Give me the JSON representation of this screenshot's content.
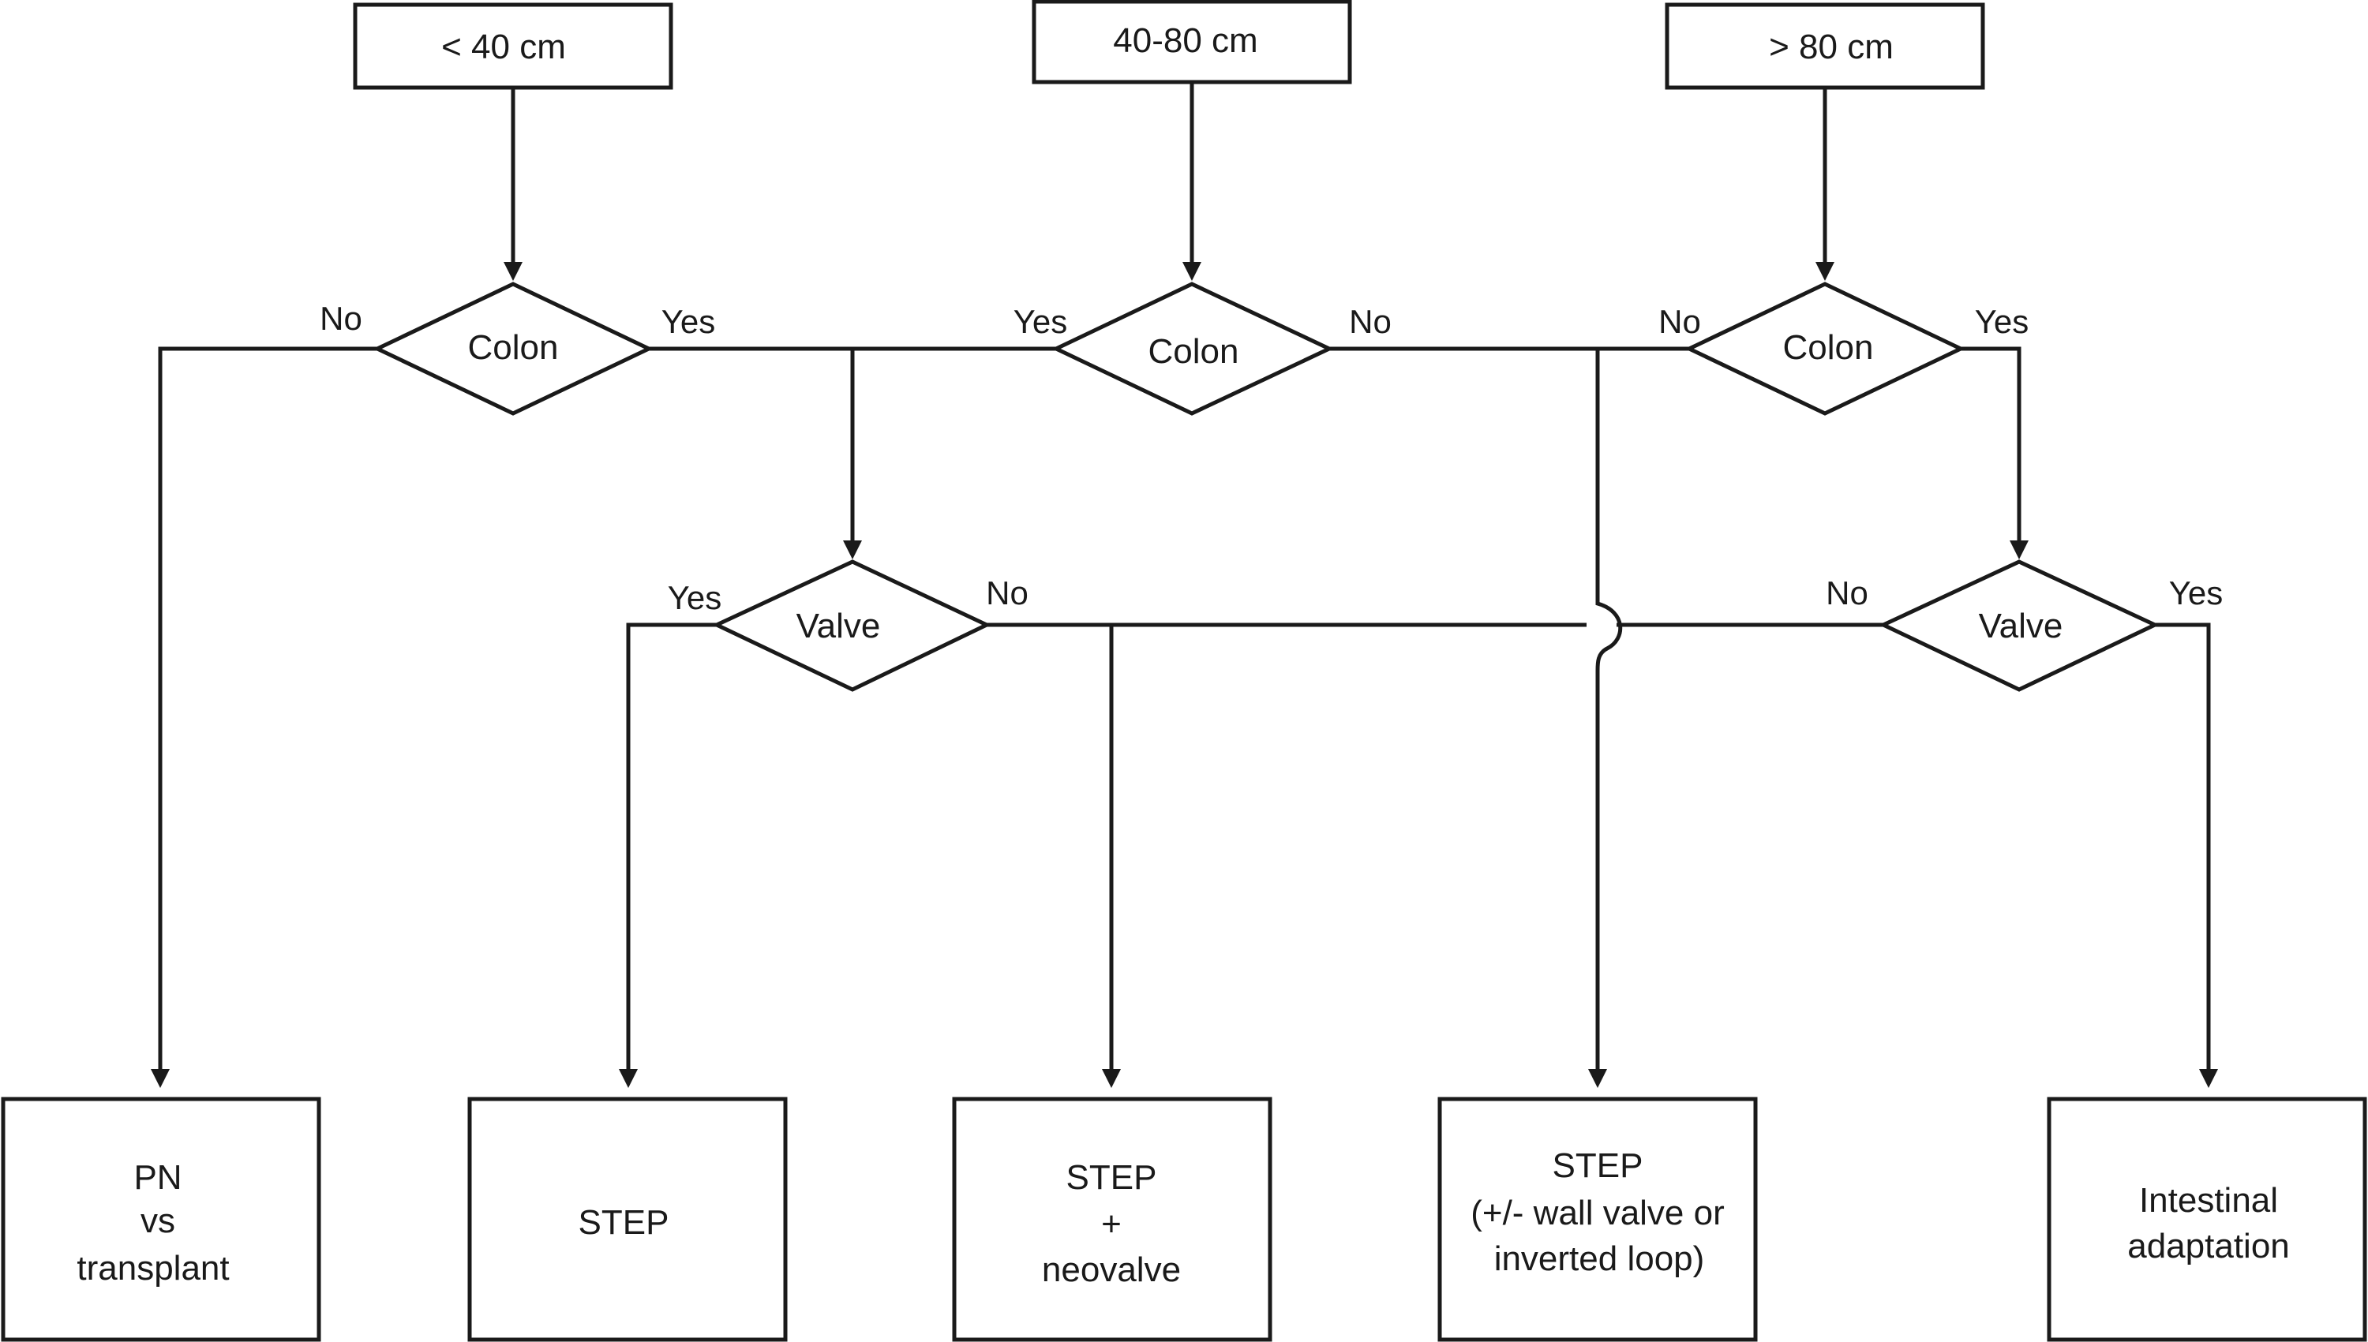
{
  "start_boxes": {
    "short": "< 40 cm",
    "medium": "40-80 cm",
    "long": "> 80 cm"
  },
  "decisions": {
    "colon_short": "Colon",
    "colon_medium": "Colon",
    "colon_long": "Colon",
    "valve_left": "Valve",
    "valve_right": "Valve"
  },
  "edge_labels": {
    "colon_short_no": "No",
    "colon_short_yes": "Yes",
    "colon_medium_yes": "Yes",
    "colon_medium_no": "No",
    "colon_long_no": "No",
    "colon_long_yes": "Yes",
    "valve_left_yes": "Yes",
    "valve_left_no": "No",
    "valve_right_no": "No",
    "valve_right_yes": "Yes"
  },
  "outcomes": {
    "pn_transplant": [
      "PN",
      "vs",
      "transplant"
    ],
    "step": [
      "STEP"
    ],
    "step_neovalve": [
      "STEP",
      "+",
      "neovalve"
    ],
    "step_wall_valve": [
      "STEP",
      "(+/- wall valve or",
      "inverted loop)"
    ],
    "intestinal_adaptation": [
      "Intestinal",
      "adaptation"
    ]
  }
}
